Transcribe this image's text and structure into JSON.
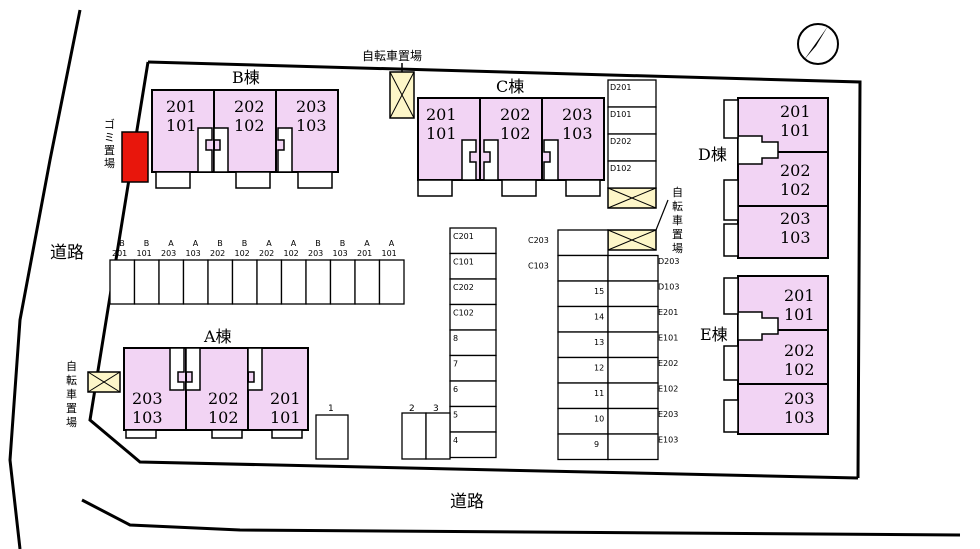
{
  "roads": {
    "left": "道路",
    "bottom": "道路"
  },
  "garbage_label": [
    "ゴ",
    "ミ",
    "置",
    "場"
  ],
  "bike_labels": {
    "top": "自転車置場",
    "right": [
      "自",
      "転",
      "車",
      "置",
      "場"
    ],
    "left": [
      "自",
      "転",
      "車",
      "置",
      "場"
    ]
  },
  "colors": {
    "unit_fill": "#f2d4f4",
    "garbage": "#e8160c",
    "bike_fill": "#fdf6c8"
  },
  "buildings": {
    "B": {
      "title": "B棟",
      "units": [
        [
          "201",
          "101"
        ],
        [
          "202",
          "102"
        ],
        [
          "203",
          "103"
        ]
      ]
    },
    "C": {
      "title": "C棟",
      "units": [
        [
          "201",
          "101"
        ],
        [
          "202",
          "102"
        ],
        [
          "203",
          "103"
        ]
      ]
    },
    "A": {
      "title": "A棟",
      "units": [
        [
          "203",
          "103"
        ],
        [
          "202",
          "102"
        ],
        [
          "201",
          "101"
        ]
      ]
    },
    "D": {
      "title": "D棟",
      "units": [
        [
          "201",
          "101"
        ],
        [
          "202",
          "102"
        ],
        [
          "203",
          "103"
        ]
      ]
    },
    "E": {
      "title": "E棟",
      "units": [
        [
          "201",
          "101"
        ],
        [
          "202",
          "102"
        ],
        [
          "203",
          "103"
        ]
      ]
    }
  },
  "parking_row": [
    [
      "B",
      "201"
    ],
    [
      "B",
      "101"
    ],
    [
      "A",
      "203"
    ],
    [
      "A",
      "103"
    ],
    [
      "B",
      "202"
    ],
    [
      "B",
      "102"
    ],
    [
      "A",
      "202"
    ],
    [
      "A",
      "102"
    ],
    [
      "B",
      "203"
    ],
    [
      "B",
      "103"
    ],
    [
      "A",
      "201"
    ],
    [
      "A",
      "101"
    ]
  ],
  "c_column": [
    "C201",
    "C101",
    "C202",
    "C102",
    "8",
    "7",
    "6",
    "5",
    "4"
  ],
  "bottom_spaces": [
    "1",
    "2",
    "3"
  ],
  "middle_left_labels": [
    "C203",
    "C103"
  ],
  "middle_left_numbers": [
    "15",
    "14",
    "13",
    "12",
    "11",
    "10",
    "9"
  ],
  "middle_right_labels": [
    "D203",
    "D103",
    "E201",
    "E101",
    "E202",
    "E102",
    "E203",
    "E103"
  ],
  "top_right_column": [
    "D201",
    "D101",
    "D202",
    "D102"
  ]
}
